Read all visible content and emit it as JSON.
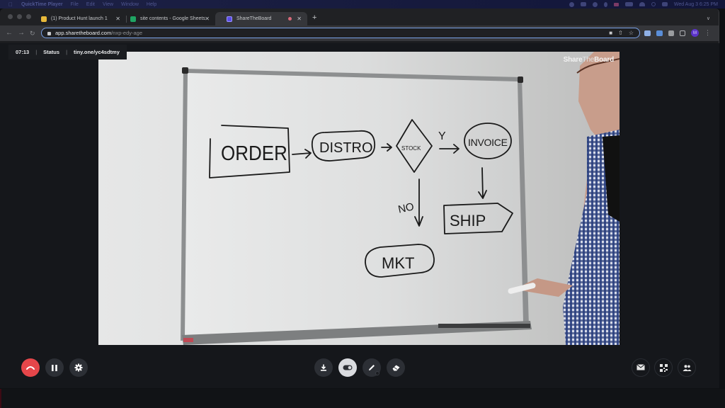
{
  "menubar": {
    "app_name": "QuickTime Player",
    "items": [
      "File",
      "Edit",
      "View",
      "Window",
      "Help"
    ],
    "clock": "Wed Aug 3  6:25 PM"
  },
  "browser": {
    "tabs": [
      {
        "label": "(1) Product Hunt launch 1",
        "favicon": "product-hunt-cat",
        "favicon_color": "#e8b93a",
        "active": false
      },
      {
        "label": "site contents - Google Sheets",
        "favicon": "google-sheets",
        "favicon_color": "#1fa463",
        "active": false
      },
      {
        "label": "ShareTheBoard",
        "favicon": "sharetheboard",
        "favicon_color": "#5b4ee6",
        "active": true,
        "recording": true
      }
    ],
    "new_tab_label": "+",
    "address": {
      "host": "app.sharetheboard.com",
      "path": "/nxp-edy-age"
    },
    "profile_initial": "M"
  },
  "app": {
    "status_bar": {
      "timer": "07:13",
      "status_label": "Status",
      "share_link": "tiny.one/yc4sdtmy",
      "separator": "|"
    },
    "brand": {
      "part1": "Share",
      "part2": "The",
      "part3": "Board"
    },
    "whiteboard": {
      "nodes": [
        {
          "id": "order",
          "label": "ORDER",
          "shape": "rectangle"
        },
        {
          "id": "distro",
          "label": "DISTRO",
          "shape": "rounded"
        },
        {
          "id": "stock",
          "label": "STOCK",
          "shape": "diamond"
        },
        {
          "id": "invoice",
          "label": "INVOICE",
          "shape": "ellipse"
        },
        {
          "id": "ship",
          "label": "SHIP",
          "shape": "pentagon-arrow"
        },
        {
          "id": "mkt",
          "label": "MKT",
          "shape": "rounded"
        }
      ],
      "edges": [
        {
          "from": "order",
          "to": "distro",
          "label": ""
        },
        {
          "from": "distro",
          "to": "stock",
          "label": ""
        },
        {
          "from": "stock",
          "to": "invoice",
          "label": "Y"
        },
        {
          "from": "invoice",
          "to": "ship",
          "label": ""
        },
        {
          "from": "stock",
          "to": "mkt",
          "label": "NO"
        }
      ]
    },
    "controls": {
      "left": [
        {
          "name": "end-call",
          "icon": "phone-hangup-icon"
        },
        {
          "name": "pause",
          "icon": "pause-icon"
        },
        {
          "name": "settings",
          "icon": "gear-icon"
        }
      ],
      "center": [
        {
          "name": "download",
          "icon": "download-icon"
        },
        {
          "name": "toggle",
          "icon": "toggle-icon",
          "active": true
        },
        {
          "name": "pen",
          "icon": "pen-icon"
        },
        {
          "name": "eraser",
          "icon": "eraser-icon"
        }
      ],
      "right": [
        {
          "name": "email",
          "icon": "mail-icon"
        },
        {
          "name": "qr-code",
          "icon": "qr-code-icon"
        },
        {
          "name": "participants",
          "icon": "people-icon"
        }
      ]
    }
  }
}
